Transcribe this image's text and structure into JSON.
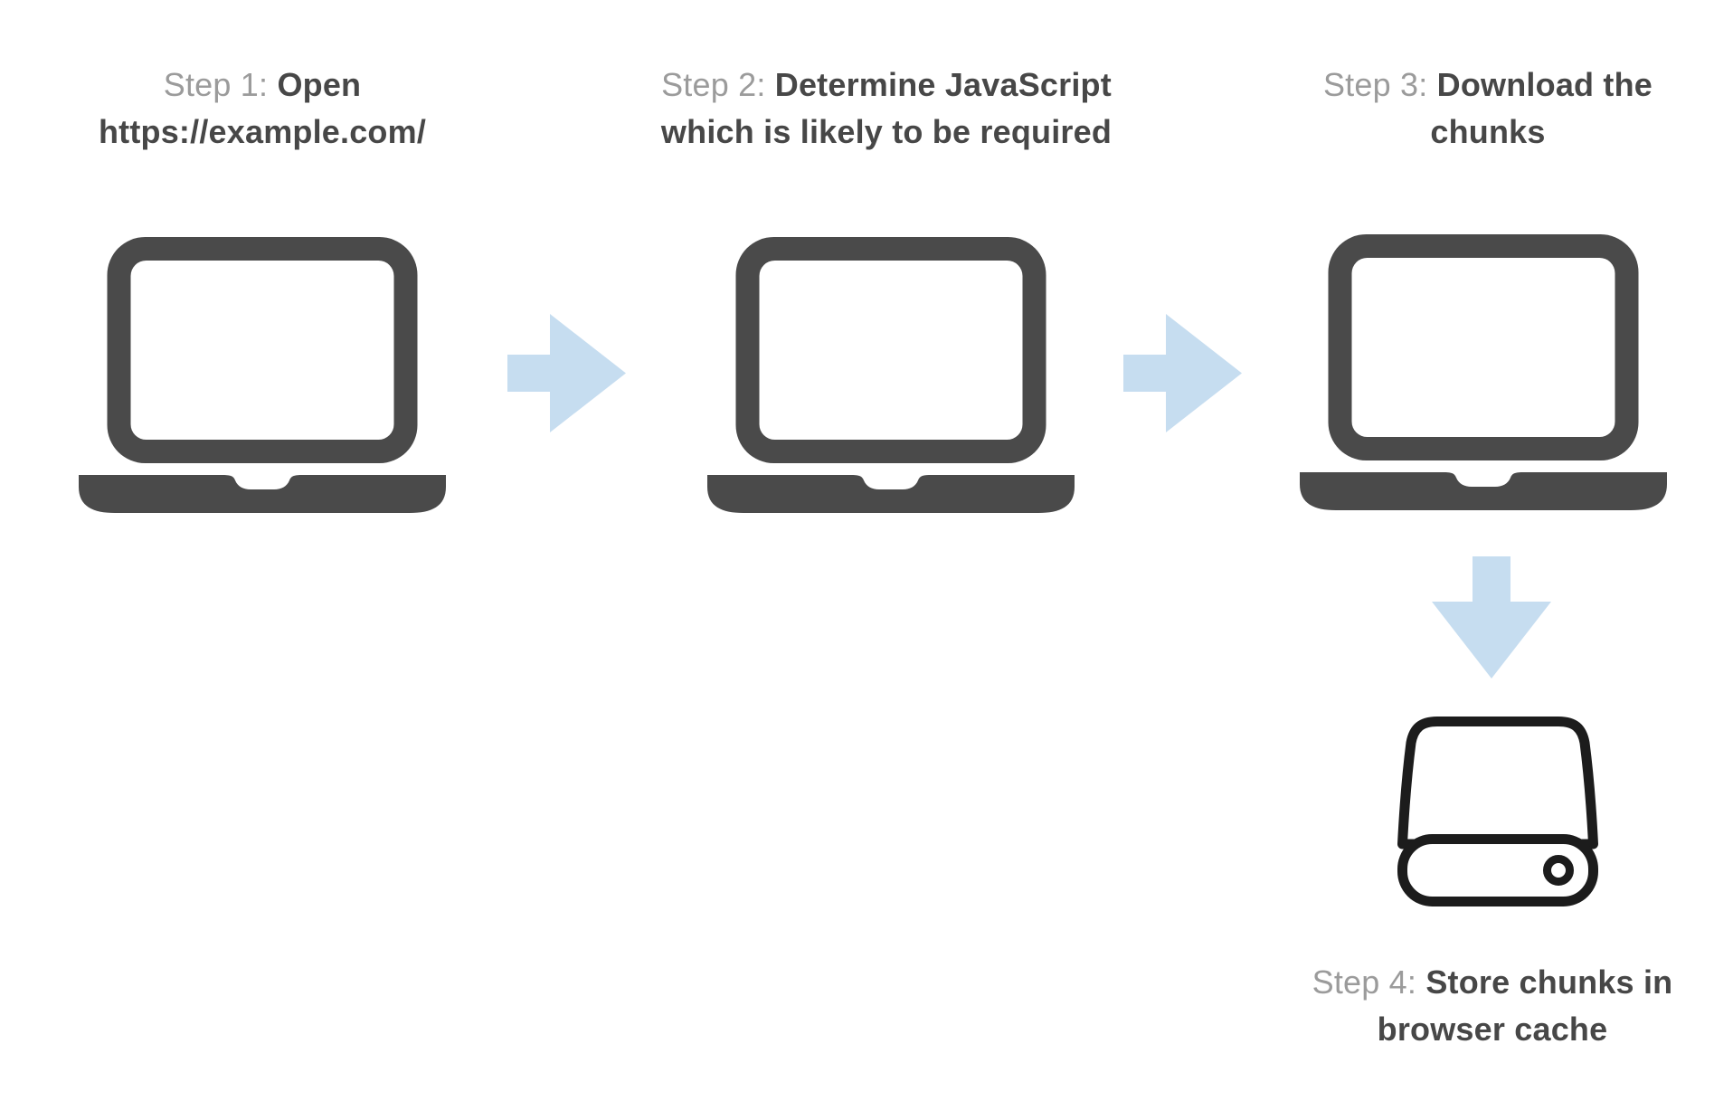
{
  "diagram": {
    "description": "Four step flow of JavaScript chunk prefetching and caching",
    "steps": [
      {
        "prefix": "Step 1:",
        "title": "Open https://example.com/",
        "icon": "laptop"
      },
      {
        "prefix": "Step 2:",
        "title": "Determine JavaScript which is likely to be required",
        "icon": "laptop"
      },
      {
        "prefix": "Step 3:",
        "title": "Download the chunks",
        "icon": "laptop"
      },
      {
        "prefix": "Step 4:",
        "title": "Store chunks in browser cache",
        "icon": "hard-drive"
      }
    ],
    "connectors": [
      {
        "from": 1,
        "to": 2,
        "direction": "right",
        "icon": "arrow-right"
      },
      {
        "from": 2,
        "to": 3,
        "direction": "right",
        "icon": "arrow-right"
      },
      {
        "from": 3,
        "to": 4,
        "direction": "down",
        "icon": "arrow-down"
      }
    ],
    "colors": {
      "laptop_gray": "#4a4a4a",
      "arrow_blue": "#c6ddf0",
      "drive_outline": "#1c1c1c",
      "step_prefix_gray": "#9b9b9b",
      "step_title_dark": "#474747",
      "background": "#ffffff"
    }
  }
}
